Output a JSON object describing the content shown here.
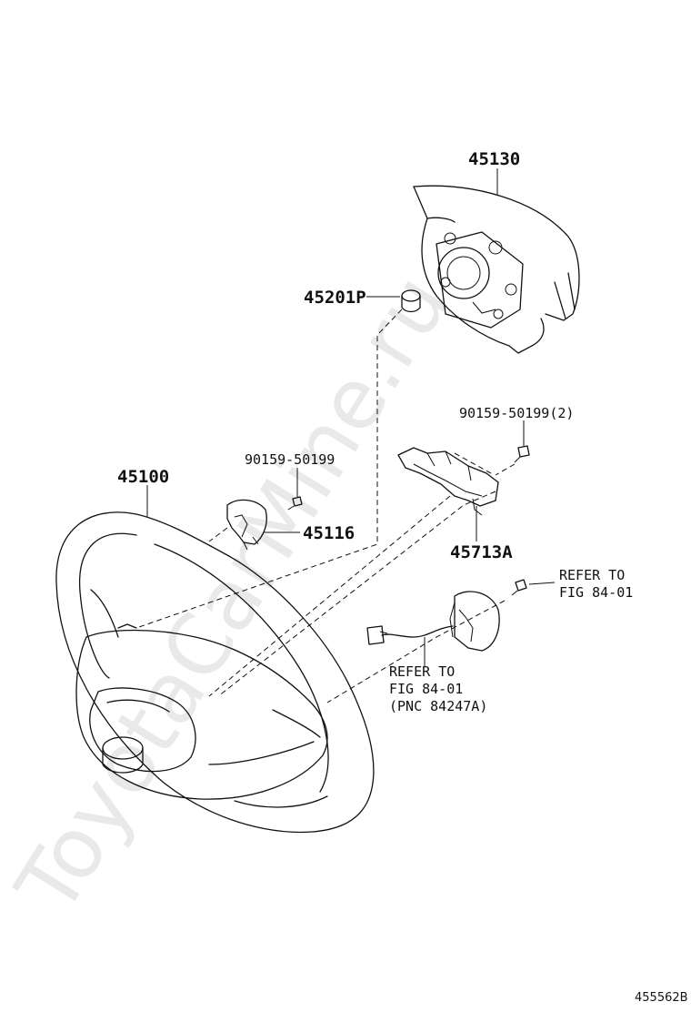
{
  "watermark": "ToyotaCarMine.ru",
  "diagram_id": "455562B",
  "labels": {
    "p45130": "45130",
    "p45201p": "45201P",
    "bolt2_a": "90159-50199",
    "bolt2_b": "(2)",
    "bolt1": "90159-50199",
    "p45100": "45100",
    "p45116": "45116",
    "p45713a": "45713A",
    "refer1_l1": "REFER TO",
    "refer1_l2": "FIG 84-01",
    "refer2_l1": "REFER TO",
    "refer2_l2": "FIG 84-01",
    "refer2_l3": "(PNC 84247A)"
  }
}
